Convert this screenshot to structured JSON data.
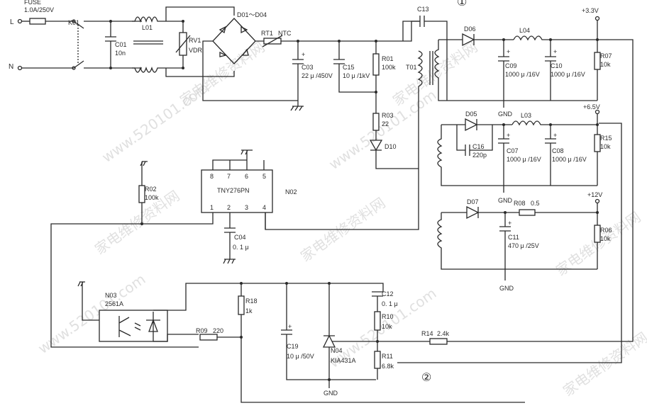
{
  "inputs": {
    "fuse_label": "FUSE",
    "fuse_value": "1.0A/250V",
    "live": "L",
    "neutral": "N"
  },
  "components": {
    "K01": "K01",
    "C01": "C01",
    "C01v": "10n",
    "L01": "L01",
    "RV1": "RV1",
    "RV1v": "VDR",
    "D01": "D01～D04",
    "RT1": "RT1",
    "NTC": "NTC",
    "C03": "C03",
    "C03v": "22 μ /450V",
    "C15": "C15",
    "C15v": "10 μ /1kV",
    "R01": "R01",
    "R01v": "100k",
    "R03": "R03",
    "R03v": "22",
    "D10": "D10",
    "C13": "C13",
    "T01": "T01",
    "D06": "D06",
    "L04": "L04",
    "C09": "C09",
    "C09v": "1000 μ /16V",
    "C10": "C10",
    "C10v": "1000 μ /16V",
    "R07": "R07",
    "R07v": "10k",
    "V33": "+3.3V",
    "D05": "D05",
    "L03": "L03",
    "C16": "C16",
    "C16v": "220p",
    "C07": "C07",
    "C07v": "1000 μ /16V",
    "C08": "C08",
    "C08v": "1000 μ /16V",
    "R15": "R15",
    "R15v": "10k",
    "V65": "+6.5V",
    "D07": "D07",
    "R08": "R08",
    "R08v": "0.5",
    "C11": "C11",
    "C11v": "470 μ /25V",
    "R06": "R06",
    "R06v": "10k",
    "V12": "+12V",
    "R02": "R02",
    "R02v": "100k",
    "IC": "TNY276PN",
    "ICname": "N02",
    "p8": "8",
    "p7": "7",
    "p6": "6",
    "p5": "5",
    "p1": "1",
    "p2": "2",
    "p3": "3",
    "p4": "4",
    "C04": "C04",
    "C04v": "0. 1 μ",
    "N03": "N03",
    "N03v": "2561A",
    "R09": "R09",
    "R09v": "220",
    "R18": "R18",
    "R18v": "1k",
    "C19": "C19",
    "C19v": "10 μ /50V",
    "N04": "N04",
    "N04v": "KIA431A",
    "C12": "C12",
    "C12v": "0. 1 μ",
    "R10": "R10",
    "R10v": "10k",
    "R11": "R11",
    "R11v": "6.8k",
    "R14": "R14",
    "R14v": "2.4k",
    "GND": "GND"
  },
  "markers": {
    "m1": "①",
    "m2": "②"
  },
  "watermarks": [
    "www.520101.com",
    "家电维修资料网"
  ]
}
